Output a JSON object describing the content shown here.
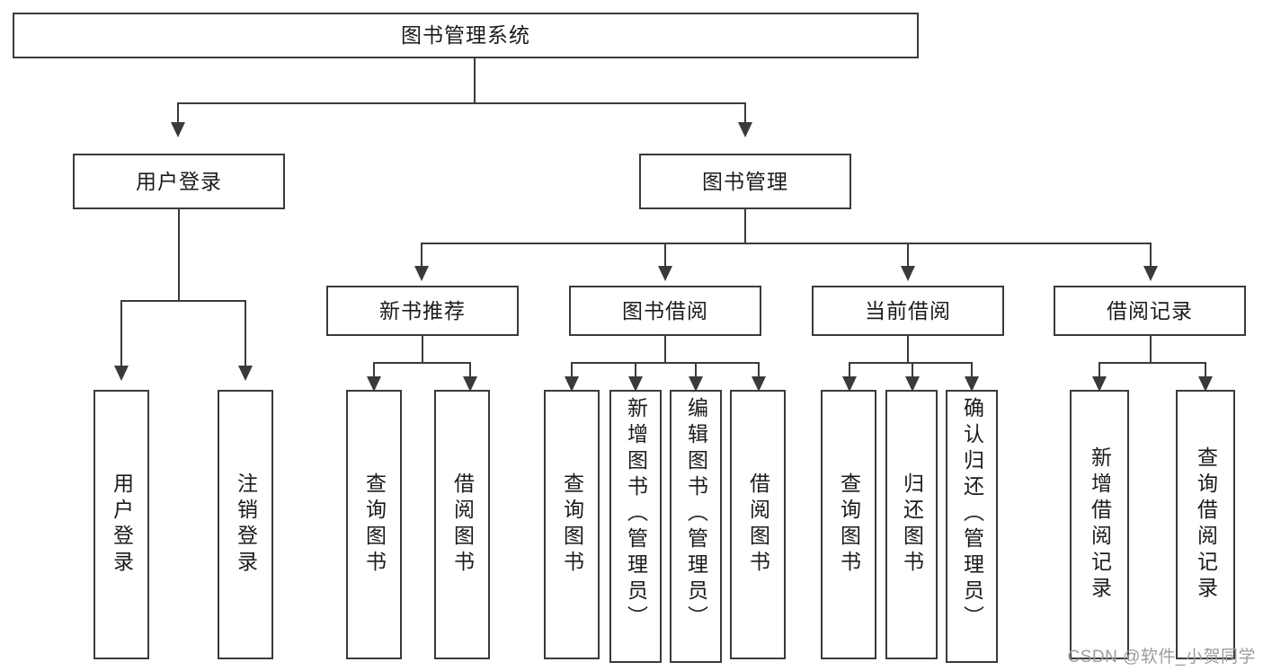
{
  "diagram": {
    "type": "tree-hierarchy-diagram",
    "root": {
      "label": "图书管理系统"
    },
    "level2": [
      {
        "label": "用户登录"
      },
      {
        "label": "图书管理"
      }
    ],
    "level3": [
      {
        "label": "新书推荐"
      },
      {
        "label": "图书借阅"
      },
      {
        "label": "当前借阅"
      },
      {
        "label": "借阅记录"
      }
    ],
    "leaves": {
      "user_login": [
        {
          "label": "用户登录"
        },
        {
          "label": "注销登录"
        }
      ],
      "new_book_recommend": [
        {
          "label": "查询图书"
        },
        {
          "label": "借阅图书"
        }
      ],
      "book_borrow": [
        {
          "label": "查询图书"
        },
        {
          "label": "新增图书（管理员）"
        },
        {
          "label": "编辑图书（管理员）"
        },
        {
          "label": "借阅图书"
        }
      ],
      "current_borrow": [
        {
          "label": "查询图书"
        },
        {
          "label": "归还图书"
        },
        {
          "label": "确认归还（管理员）"
        }
      ],
      "borrow_record": [
        {
          "label": "新增借阅记录"
        },
        {
          "label": "查询借阅记录"
        }
      ]
    }
  },
  "watermark": {
    "text": "CSDN @软件_小贺同学"
  },
  "colors": {
    "box_border": "#3a3a3a",
    "box_fill": "#ffffff",
    "text": "#1b1b1b",
    "connector": "#3a3a3a",
    "watermark": "#9d9d9d",
    "background": "#ffffff"
  }
}
